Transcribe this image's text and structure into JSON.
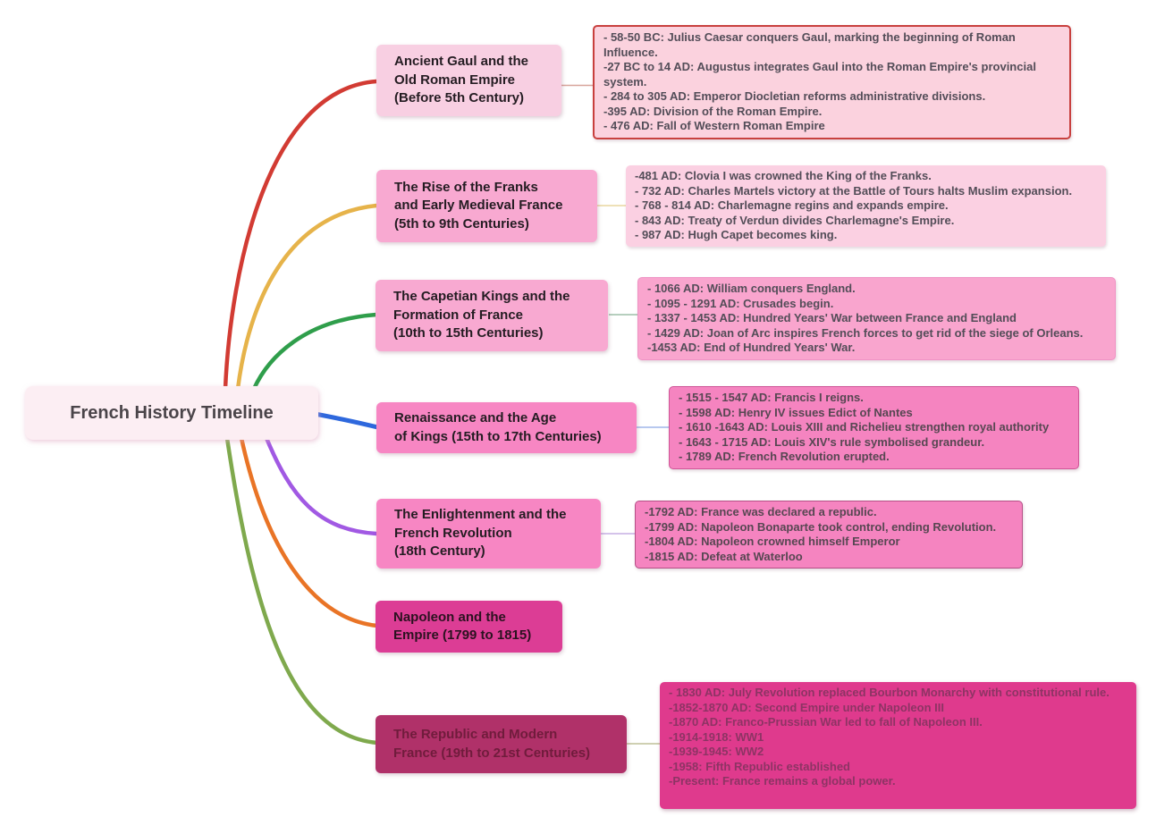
{
  "title": "French History Timeline",
  "palette": {
    "root_bg": "#fceef3",
    "topic_light_pink": "#f8cfe2",
    "topic_pink": "#f8a9d1",
    "topic_medium_pink": "#f786c3",
    "topic_magenta": "#dc3d95",
    "topic_dark_magenta": "#b03169",
    "detail_border_red": "#c8403e"
  },
  "branches": [
    {
      "topic": "Ancient Gaul and the\nOld Roman Empire\n(Before 5th Century)",
      "branch_color": "#d23b33",
      "details": [
        "- 58-50 BC: Julius Caesar conquers Gaul, marking the beginning of Roman Influence.",
        "-27 BC to 14 AD: Augustus integrates Gaul into the Roman Empire's provincial system.",
        "- 284 to 305 AD: Emperor Diocletian reforms administrative divisions.",
        "-395 AD: Division of the Roman Empire.",
        "- 476 AD: Fall of Western Roman Empire"
      ]
    },
    {
      "topic": "The Rise of the Franks\nand Early Medieval France\n(5th to 9th Centuries)",
      "branch_color": "#e6b34a",
      "details": [
        "-481 AD: Clovia I was crowned the King of the Franks.",
        "- 732 AD: Charles Martels victory at the Battle of Tours halts Muslim expansion.",
        "- 768 - 814 AD: Charlemagne regins and expands empire.",
        "- 843 AD: Treaty of Verdun divides Charlemagne's Empire.",
        "- 987 AD: Hugh Capet becomes king."
      ]
    },
    {
      "topic": "The Capetian Kings and the\nFormation of France\n(10th to 15th Centuries)",
      "branch_color": "#2f9e4b",
      "details": [
        "- 1066 AD: William conquers England.",
        "- 1095 - 1291 AD: Crusades begin.",
        "- 1337 - 1453 AD: Hundred Years' War between France and England",
        "- 1429 AD: Joan of Arc inspires French forces to get rid of the siege of Orleans.",
        "-1453 AD: End of Hundred Years' War."
      ]
    },
    {
      "topic": "Renaissance and the Age\nof Kings (15th to 17th Centuries)",
      "branch_color": "#2e68dd",
      "details": [
        "- 1515 - 1547 AD: Francis I reigns.",
        "- 1598 AD: Henry IV issues Edict of Nantes",
        "- 1610 -1643 AD: Louis XIII and Richelieu strengthen royal authority",
        "- 1643 - 1715 AD: Louis XIV's rule symbolised grandeur.",
        "- 1789 AD: French Revolution erupted."
      ]
    },
    {
      "topic": "The Enlightenment and the\nFrench Revolution\n(18th Century)",
      "branch_color": "#a159e3",
      "details": [
        "-1792 AD: France was declared a republic.",
        "-1799 AD: Napoleon Bonaparte took control, ending Revolution.",
        "-1804 AD: Napoleon crowned himself Emperor",
        "-1815 AD: Defeat at Waterloo"
      ]
    },
    {
      "topic": "Napoleon and the\nEmpire (1799 to 1815)",
      "branch_color": "#e97426",
      "details": []
    },
    {
      "topic": "The Republic and Modern\nFrance (19th to 21st Centuries)",
      "branch_color": "#7fa94d",
      "details": [
        "- 1830 AD: July Revolution replaced Bourbon Monarchy with constitutional rule.",
        "-1852-1870 AD: Second Empire under Napoleon III",
        "-1870 AD: Franco-Prussian War led to fall of Napoleon III.",
        "-1914-1918: WW1",
        "-1939-1945: WW2",
        "-1958: Fifth Republic established",
        "-Present: France remains a global power."
      ]
    }
  ]
}
